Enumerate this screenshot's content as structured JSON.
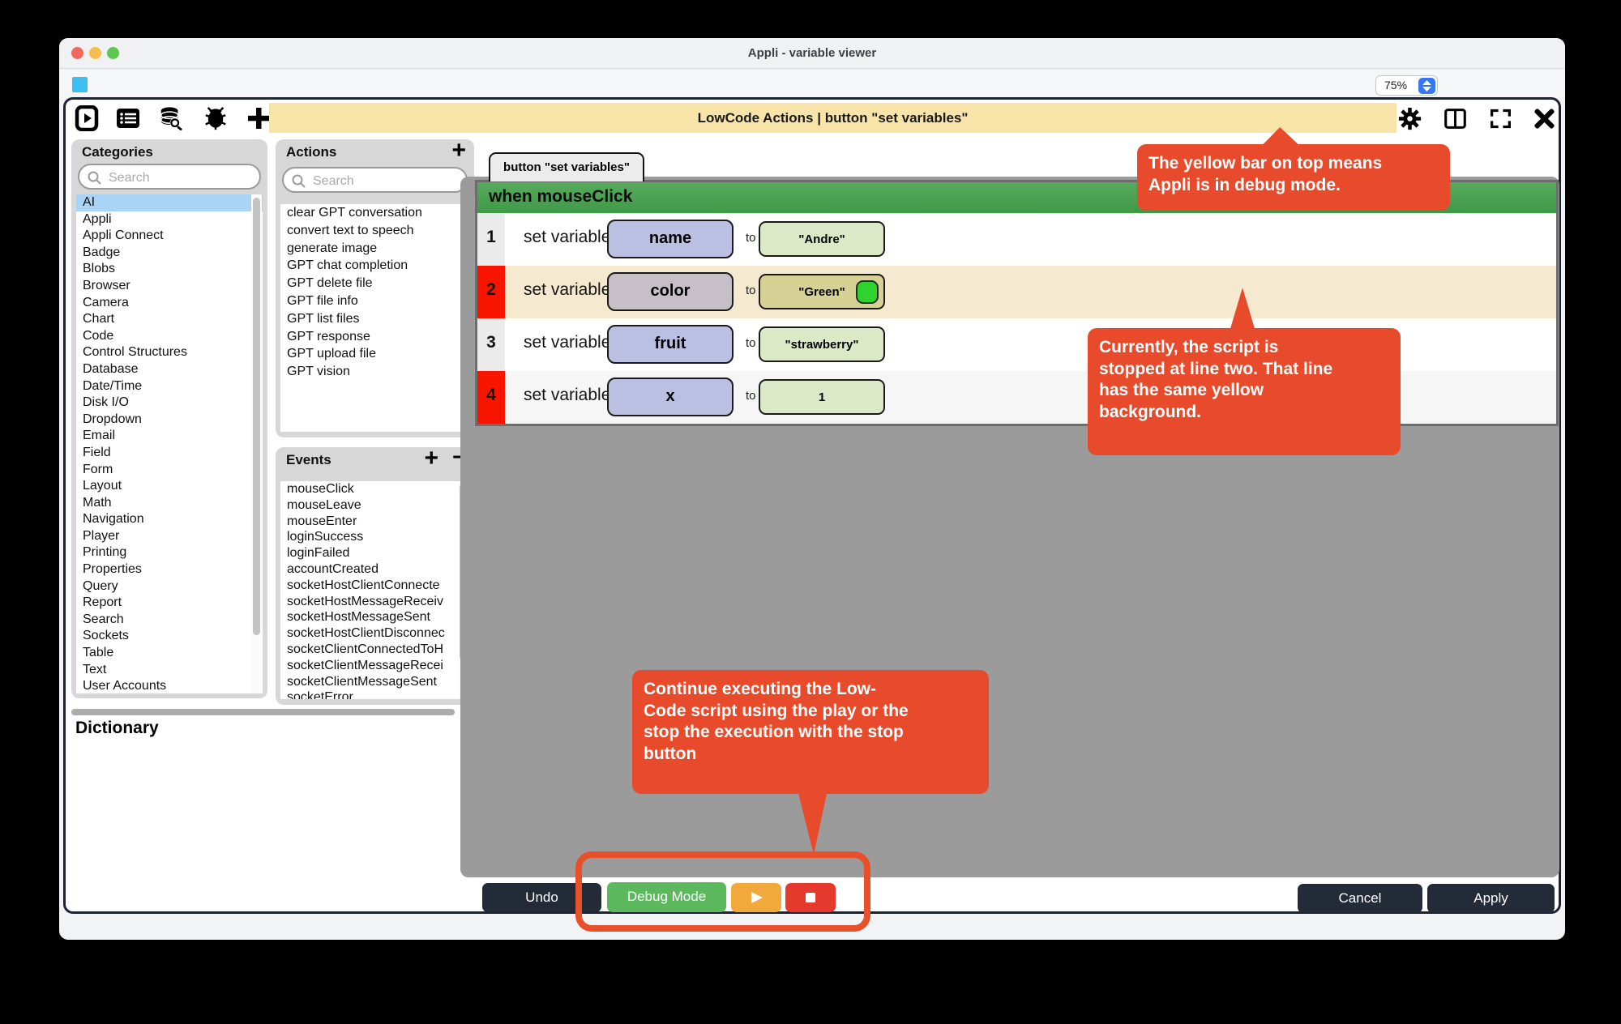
{
  "window": {
    "title": "Appli - variable viewer",
    "zoom_level": "75%"
  },
  "toolbar": {
    "debug_bar_title": "LowCode Actions | button \"set variables\"",
    "left_icons": [
      "run-icon",
      "list-icon",
      "database-search-icon",
      "debug-bug-icon",
      "add-icon"
    ],
    "right_icons": [
      "settings-gear-icon",
      "split-view-icon",
      "fullscreen-icon",
      "close-icon"
    ]
  },
  "categories": {
    "title": "Categories",
    "search_placeholder": "Search",
    "selected": "AI",
    "items": [
      "AI",
      "Appli",
      "Appli Connect",
      "Badge",
      "Blobs",
      "Browser",
      "Camera",
      "Chart",
      "Code",
      "Control Structures",
      "Database",
      "Date/Time",
      "Disk I/O",
      "Dropdown",
      "Email",
      "Field",
      "Form",
      "Layout",
      "Math",
      "Navigation",
      "Player",
      "Printing",
      "Properties",
      "Query",
      "Report",
      "Search",
      "Sockets",
      "Table",
      "Text",
      "User Accounts"
    ]
  },
  "actions": {
    "title": "Actions",
    "search_placeholder": "Search",
    "items": [
      "clear GPT conversation",
      "convert text to speech",
      "generate image",
      "GPT chat completion",
      "GPT delete file",
      "GPT file info",
      "GPT list files",
      "GPT response",
      "GPT upload file",
      "GPT vision"
    ]
  },
  "events": {
    "title": "Events",
    "items": [
      "mouseClick",
      "mouseLeave",
      "mouseEnter",
      "loginSuccess",
      "loginFailed",
      "accountCreated",
      "socketHostClientConnecte",
      "socketHostMessageReceiv",
      "socketHostMessageSent",
      "socketHostClientDisconnec",
      "socketClientConnectedToH",
      "socketClientMessageRecei",
      "socketClientMessageSent",
      "socketError"
    ]
  },
  "dictionary": {
    "title": "Dictionary"
  },
  "script": {
    "tab_label": "button \"set variables\"",
    "event_header": "when mouseClick",
    "rows": [
      {
        "num": "1",
        "keyword": "set variable",
        "variable": "name",
        "to": "to",
        "value": "\"Andre\"",
        "breakpoint": false,
        "current": false,
        "swatch": false
      },
      {
        "num": "2",
        "keyword": "set variable",
        "variable": "color",
        "to": "to",
        "value": "\"Green\"",
        "breakpoint": true,
        "current": true,
        "swatch": true
      },
      {
        "num": "3",
        "keyword": "set variable",
        "variable": "fruit",
        "to": "to",
        "value": "\"strawberry\"",
        "breakpoint": false,
        "current": false,
        "swatch": false
      },
      {
        "num": "4",
        "keyword": "set variable",
        "variable": "x",
        "to": "to",
        "value": "1",
        "breakpoint": true,
        "current": false,
        "swatch": false
      }
    ]
  },
  "footer": {
    "undo": "Undo",
    "debug_mode": "Debug Mode",
    "cancel": "Cancel",
    "apply": "Apply"
  },
  "callouts": {
    "debug_bar": "The yellow bar on top means\nAppli is in debug mode.",
    "stopped_line": "Currently, the script is\nstopped at line two. That line\nhas the same yellow\nbackground.",
    "continue_exec": "Continue executing the Low-\nCode script using the play or the\nstop the execution with the stop\nbutton"
  },
  "colors": {
    "accent_orange": "#E84B2C",
    "debug_yellow": "#F8E3A8",
    "current_line_yellow": "#F5EAD0",
    "header_green": "#43A047",
    "breakpoint_red": "#F81500",
    "variable_pill": "#BBBFE1",
    "value_pill": "#DCE9C7",
    "swatch_green": "#2ED32E",
    "button_green": "#5CB85C",
    "button_amber": "#F1A93C",
    "button_red": "#E6392E",
    "button_dark": "#232B39",
    "selected_blue": "#AAD4F5"
  }
}
